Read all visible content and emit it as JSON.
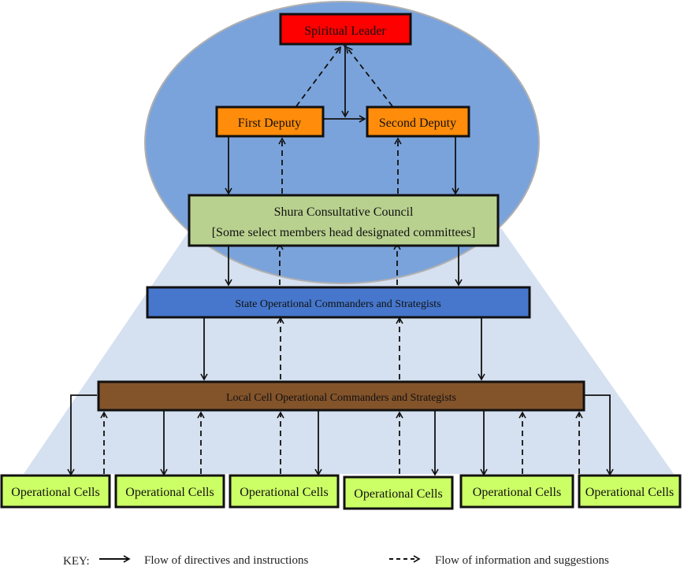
{
  "title": "Hierarchical organization structure with directive and information flows",
  "colors": {
    "leader_circle": "#7ba3db",
    "leader_circle_edge": "#b0b0b0",
    "operational_zone": "#d5e0f0",
    "spiritual_leader": "#ff0000",
    "deputy": "#ff8c0a",
    "shura": "#b9d18f",
    "state": "#4677cc",
    "local": "#83532a",
    "cells": "#ccff66",
    "stroke": "#111111"
  },
  "nodes": {
    "spiritual_leader": "Spiritual  Leader",
    "first_deputy": "First Deputy",
    "second_deputy": "Second Deputy",
    "shura_line1": "Shura  Consultative  Council",
    "shura_line2": "[Some  select  members  head  designated  committees]",
    "state": "State Operational Commanders and Strategists",
    "local": "Local Cell Operational Commanders  and Strategists",
    "cells": [
      "Operational  Cells",
      "Operational  Cells",
      "Operational  Cells",
      "Operational  Cells",
      "Operational  Cells",
      "Operational  Cells"
    ]
  },
  "key": {
    "label": "KEY:",
    "solid_label": "Flow of directives and instructions",
    "dashed_label": "Flow of information and suggestions"
  }
}
